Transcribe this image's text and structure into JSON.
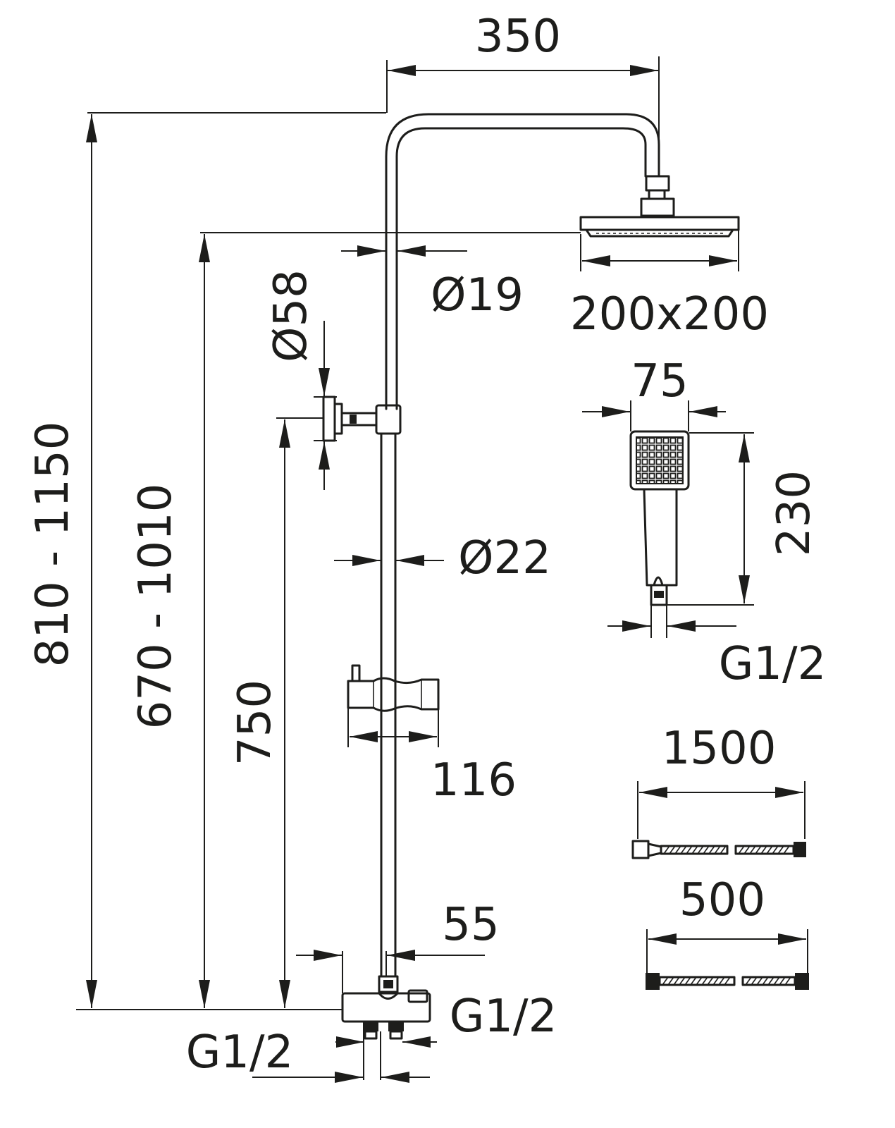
{
  "dimensions": {
    "overhead_arm_length": "350",
    "total_height": "810 - 1150",
    "head_height": "670 - 1010",
    "rail_length": "750",
    "wall_bracket_diameter": "Ø58",
    "upper_pipe_diameter": "Ø19",
    "lower_pipe_diameter": "Ø22",
    "shower_head_size": "200x200",
    "holder_width": "116",
    "mixer_depth": "55",
    "outlet_thread_right": "G1/2",
    "inlet_thread_bottom": "G1/2",
    "hand_shower_width": "75",
    "hand_shower_length": "230",
    "hand_shower_thread": "G1/2",
    "long_hose_length": "1500",
    "short_hose_length": "500"
  }
}
